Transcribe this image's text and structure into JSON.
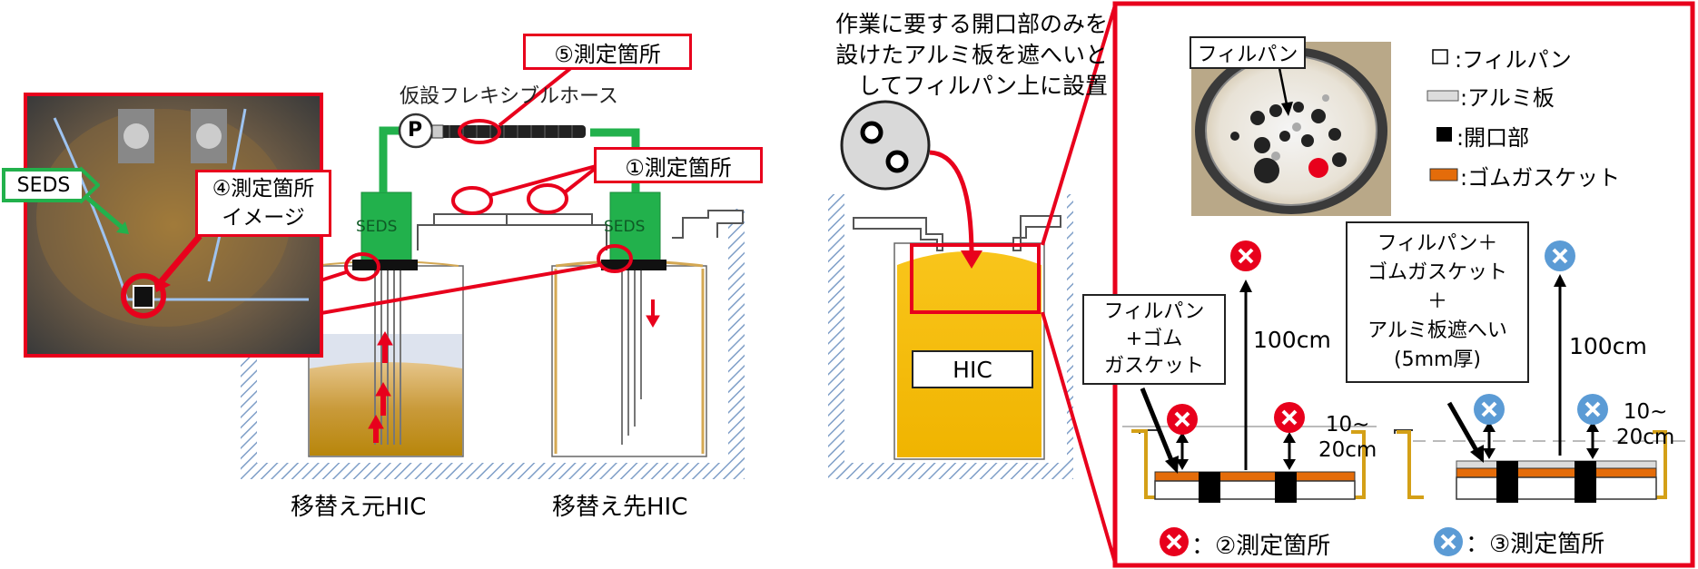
{
  "labels": {
    "point5": "⑤測定箇所",
    "hose": "仮設フレキシブルホース",
    "point1": "①測定箇所",
    "seds_tag": "SEDS",
    "point4_line1": "④測定箇所",
    "point4_line2": "イメージ",
    "seds_small_a": "SEDS",
    "seds_small_b": "SEDS",
    "pump": "P",
    "source_hic": "移替え元HIC",
    "dest_hic": "移替え先HIC",
    "top_note": [
      "作業に要する開口部のみを",
      "設けたアルミ板を遮へいと",
      "してフィルパン上に設置"
    ],
    "hic": "HIC",
    "photo_label": "フィルパン",
    "legend": [
      {
        "symbol": "white-box",
        "text": ":フィルパン"
      },
      {
        "symbol": "gray-plate",
        "text": ":アルミ板"
      },
      {
        "symbol": "black-box",
        "text": ":開口部"
      },
      {
        "symbol": "orange-box",
        "text": ":ゴムガスケット"
      }
    ],
    "case_a_box": [
      "フィルパン",
      "+ゴム",
      "ガスケット"
    ],
    "case_b_box": [
      "フィルパン＋",
      "ゴムガスケット",
      "＋",
      "アルミ板遮へい",
      "(5mm厚)"
    ],
    "dist_100_a": "100cm",
    "dist_100_b": "100cm",
    "dist_10_a": [
      "10~",
      "20cm"
    ],
    "dist_10_b": [
      "10~",
      "20cm"
    ],
    "legend_point2": "：②測定箇所",
    "legend_point3": "：③測定箇所"
  },
  "colors": {
    "red": "#e8001c",
    "green": "#22b14c",
    "orange": "#e46c0a",
    "blue": "#5b9bd5",
    "gold": "#f2b705",
    "hatch": "#7f9fc8"
  }
}
